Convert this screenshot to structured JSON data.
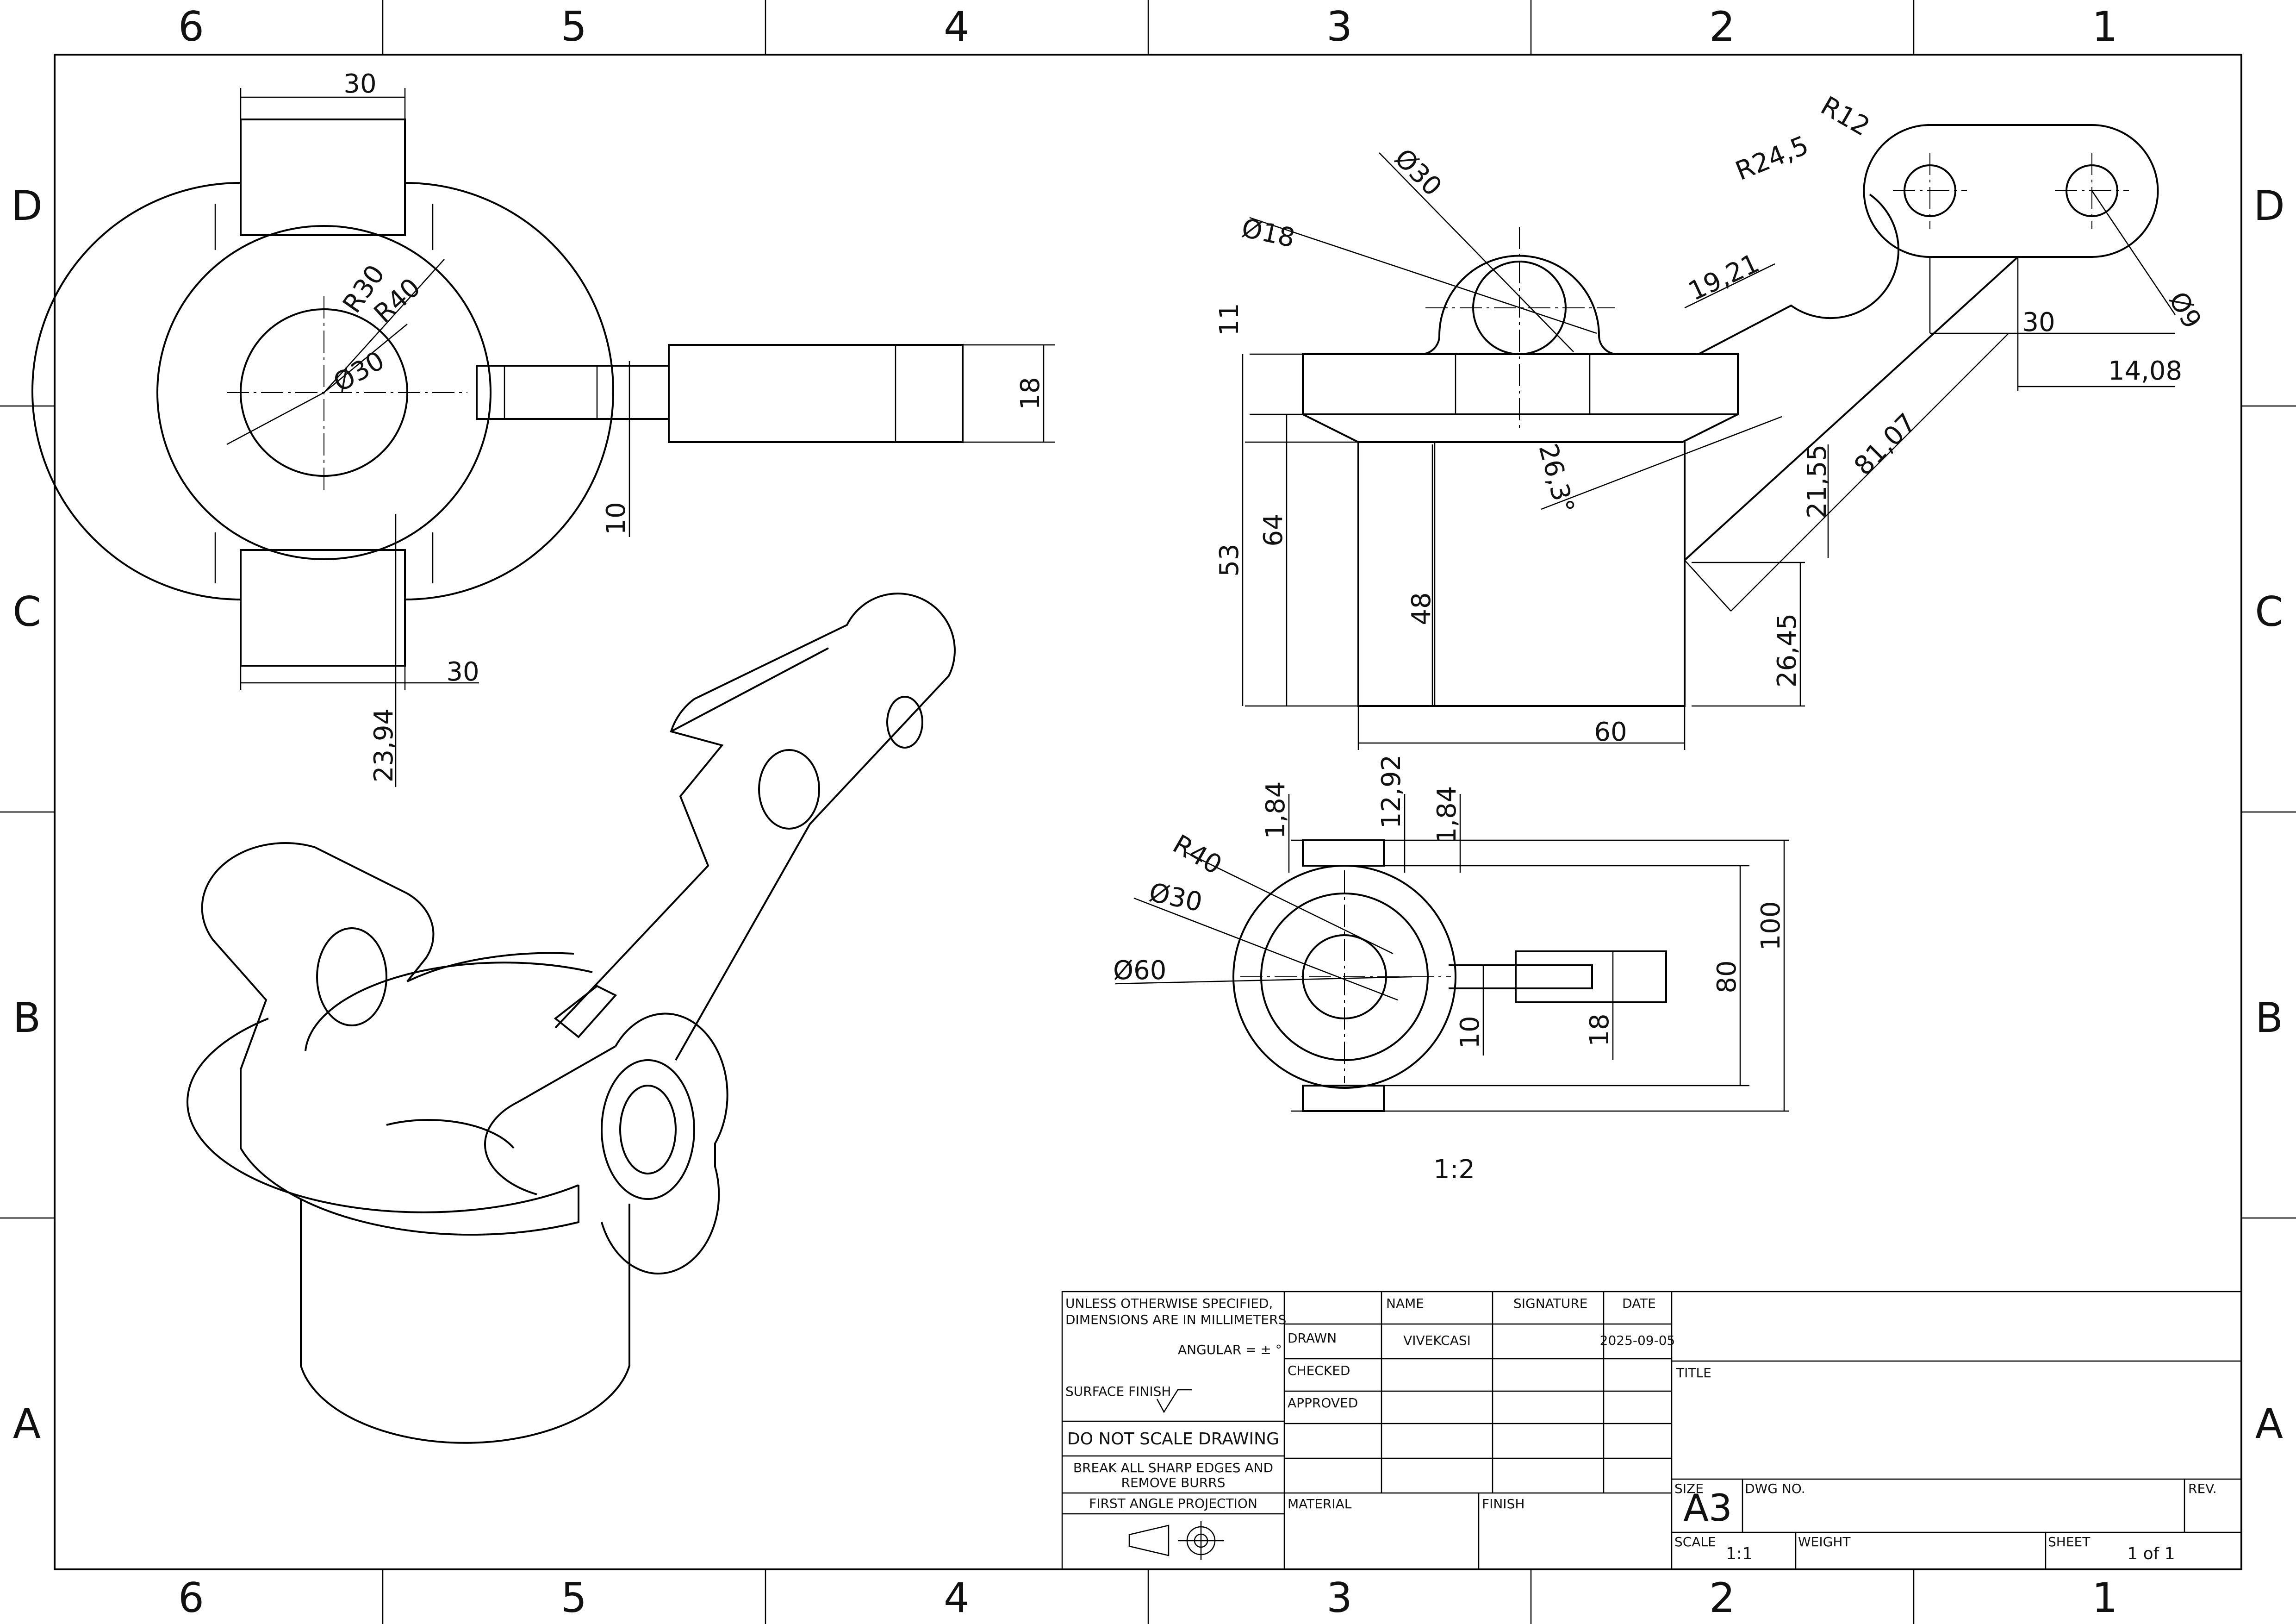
{
  "zones": {
    "columns": [
      "6",
      "5",
      "4",
      "3",
      "2",
      "1"
    ],
    "rows": [
      "D",
      "C",
      "B",
      "A"
    ]
  },
  "dimensions": {
    "top_left": {
      "w_top": "30",
      "r30": "R30",
      "r40": "R40",
      "d30": "Ø30",
      "h18": "18",
      "h10": "10",
      "w_bottom": "30",
      "d23_94": "23,94"
    },
    "front": {
      "d30": "Ø30",
      "d18": "Ø18",
      "r12": "R12",
      "r24_5": "R24,5",
      "d19_21": "19,21",
      "d9": "Ø9",
      "h11": "11",
      "d30b": "30",
      "d14_08": "14,08",
      "d81_07": "81,07",
      "d21_55": "21,55",
      "angle": "26,3°",
      "h53": "53",
      "h64": "64",
      "h48": "48",
      "h26_45": "26,45",
      "w60": "60"
    },
    "top_view": {
      "d1_84a": "1,84",
      "d12_92": "12,92",
      "d1_84b": "1,84",
      "r40": "R40",
      "d30": "Ø30",
      "d60": "Ø60",
      "h100": "100",
      "h80": "80",
      "h10": "10",
      "h18": "18",
      "scale": "1:2"
    }
  },
  "title_block": {
    "notes": {
      "unless": "UNLESS OTHERWISE SPECIFIED,",
      "units": "DIMENSIONS ARE IN MILLIMETERS",
      "angular": "ANGULAR = ± °",
      "surface_finish": "SURFACE FINISH",
      "do_not_scale": "DO NOT SCALE DRAWING",
      "break_edges_1": "BREAK ALL SHARP EDGES AND",
      "break_edges_2": "REMOVE BURRS",
      "projection": "FIRST ANGLE PROJECTION"
    },
    "headers": {
      "name": "NAME",
      "signature": "SIGNATURE",
      "date": "DATE"
    },
    "rows": {
      "drawn": "DRAWN",
      "checked": "CHECKED",
      "approved": "APPROVED"
    },
    "drawn_name": "VIVEKCASI",
    "drawn_date": "2025-09-05",
    "material": "MATERIAL",
    "finish": "FINISH",
    "title_label": "TITLE",
    "size_label": "SIZE",
    "size_value": "A3",
    "dwg_no_label": "DWG NO.",
    "rev_label": "REV.",
    "scale_label": "SCALE",
    "scale_value": "1:1",
    "weight_label": "WEIGHT",
    "sheet_label": "SHEET",
    "sheet_value": "1 of 1"
  }
}
